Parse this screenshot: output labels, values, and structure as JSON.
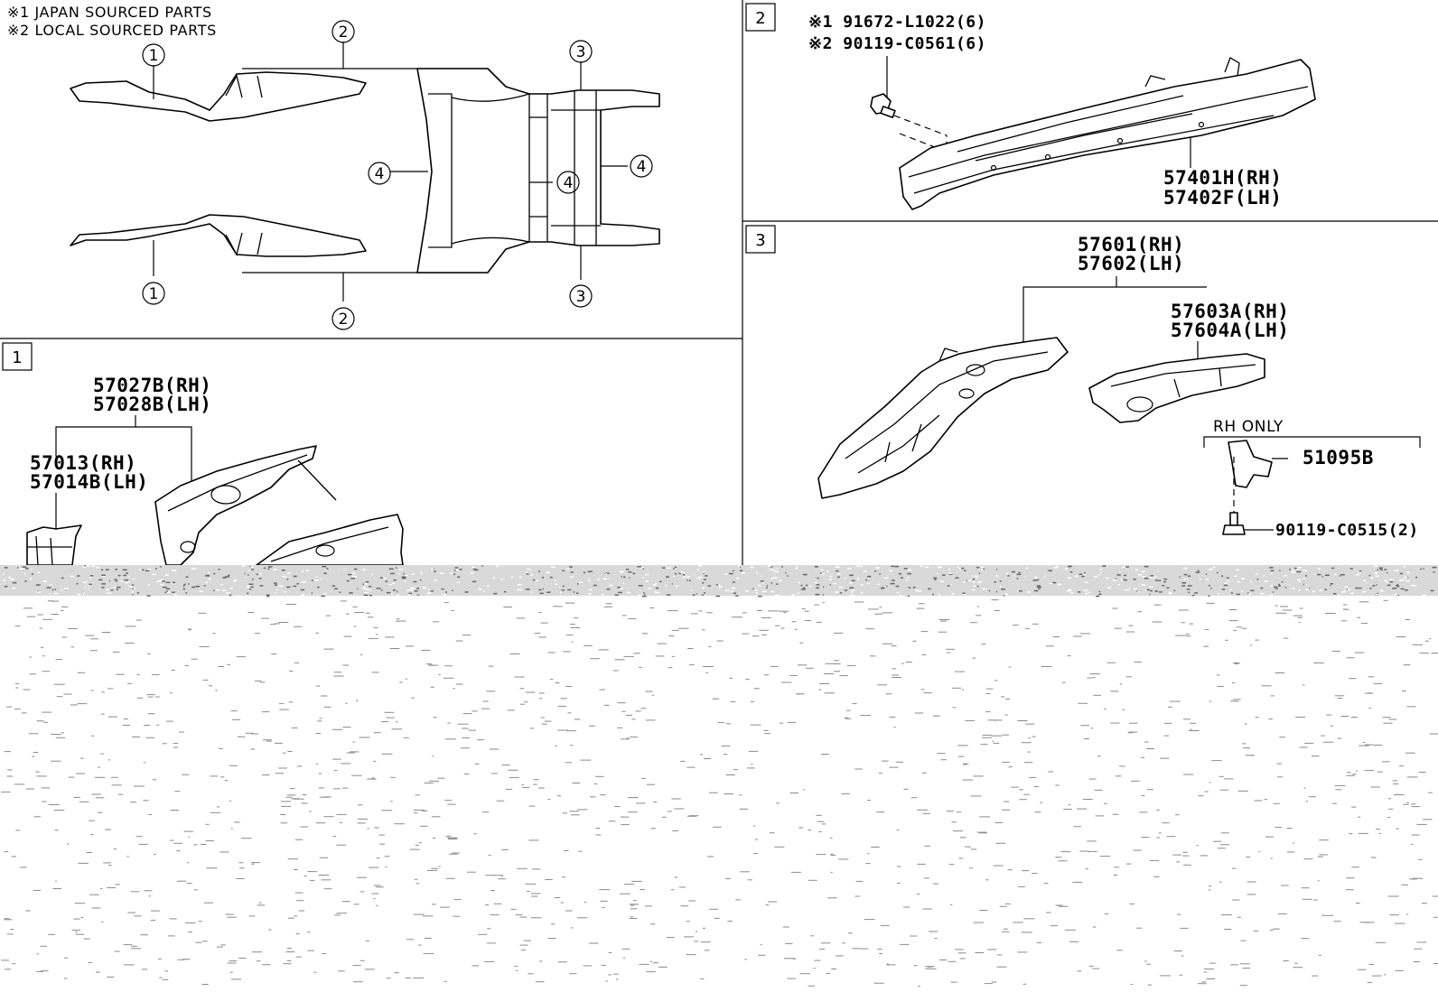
{
  "notes": {
    "japan": "※1 JAPAN SOURCED PARTS",
    "local": "※2 LOCAL SOURCED PARTS"
  },
  "callouts": {
    "one": "1",
    "two": "2",
    "three": "3",
    "four": "4"
  },
  "section_two": {
    "fastener_japan": "※1 91672-L1022(6)",
    "fastener_local": "※2 90119-C0561(6)",
    "rail_rh": "57401H(RH)",
    "rail_lh": "57402F(LH)"
  },
  "section_three": {
    "member_rh": "57601(RH)",
    "member_lh": "57602(LH)",
    "rear_rh": "57603A(RH)",
    "rear_lh": "57604A(LH)",
    "rh_only": "RH ONLY",
    "bracket": "51095B",
    "bolt": "90119-C0515(2)"
  },
  "section_one": {
    "front_rh": "57027B(RH)",
    "front_lh": "57028B(LH)",
    "ext_rh": "57013(RH)",
    "ext_lh": "57014B(LH)"
  }
}
